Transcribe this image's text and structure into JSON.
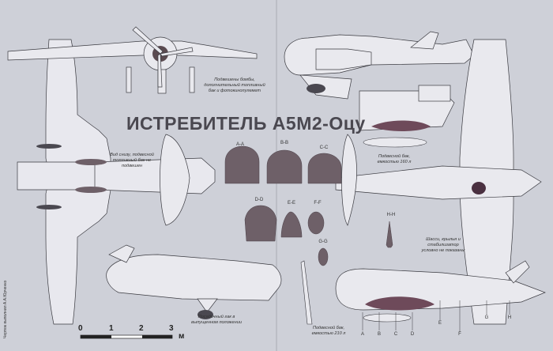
{
  "title": "ИСТРЕБИТЕЛЬ А5М2-Оцу",
  "notes": {
    "bombs": "Подвешены бомбы, дополнительный топливный бак и фотокинопулемет",
    "bottom_view": "Вид снизу, подвесной топливный бак не подвешен",
    "tank_160": "Подвесной бак, емкостью 160 л",
    "chassis": "Шасси, крылья и стабилизатор условно не показаны",
    "fuel_tank_retracted": "Посадочный гак в выпущенном положении",
    "tank_210": "Подвесной бак, емкостью 210 л"
  },
  "sections": [
    "A-A",
    "B-B",
    "C-C",
    "D-D",
    "E-E",
    "F-F",
    "G-G",
    "H-H"
  ],
  "station_letters": [
    "A",
    "B",
    "C",
    "D",
    "E",
    "F",
    "G",
    "H"
  ],
  "scale": {
    "ticks": [
      "0",
      "1",
      "2",
      "3"
    ],
    "unit": "м"
  },
  "credit": "Чертеж выполнил А.А.Юрченко",
  "colors": {
    "background": "#ced0d8",
    "aircraft": "#e9e9ed",
    "section_fill": "#6e6068",
    "outline": "#3a3a40"
  }
}
